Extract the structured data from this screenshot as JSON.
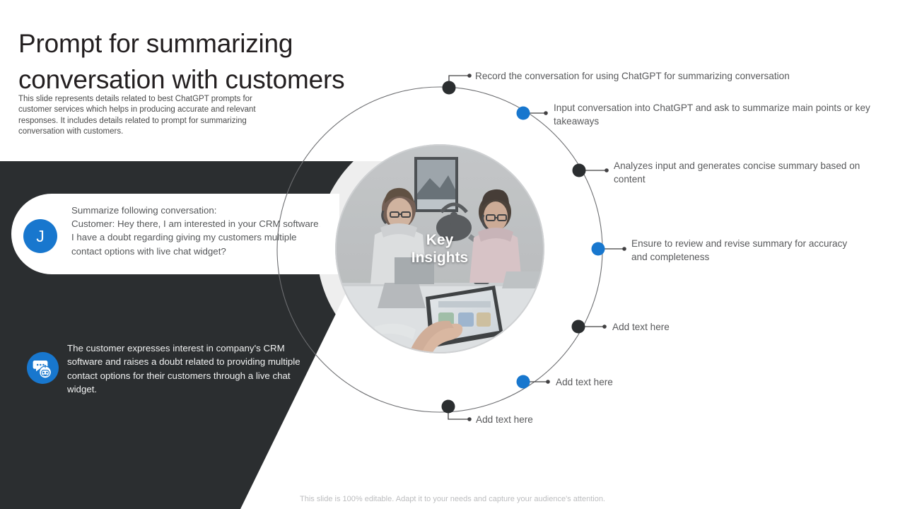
{
  "slide": {
    "title": "Prompt for summarizing conversation with customers",
    "subtitle": "This slide represents details related to best ChatGPT prompts for customer services which helps in producing accurate and relevant responses. It includes details related to prompt for summarizing conversation with customers.",
    "footer": "This slide is 100% editable. Adapt it to your needs and capture your audience's attention."
  },
  "colors": {
    "accent_blue": "#1877ce",
    "dark_panel": "#2b2e30",
    "marker_dark": "#2b2e30",
    "body_text": "#58595b"
  },
  "diagram": {
    "center_label": "Key\nInsights",
    "center_label_line1": "Key",
    "center_label_line2": "Insights",
    "steps": [
      {
        "label": "Record the conversation for using ChatGPT for summarizing conversation",
        "marker": "dark"
      },
      {
        "label": "Input conversation into ChatGPT and ask to summarize main points or key takeaways",
        "marker": "blue"
      },
      {
        "label": "Analyzes input and generates concise summary based on content",
        "marker": "dark"
      },
      {
        "label": "Ensure to review and revise summary for accuracy and completeness",
        "marker": "blue"
      },
      {
        "label": "Add text here",
        "marker": "dark"
      },
      {
        "label": "Add text here",
        "marker": "blue"
      },
      {
        "label": "Add text here",
        "marker": "dark"
      }
    ]
  },
  "chat": {
    "avatar_initial": "J",
    "message": "Summarize following conversation:\nCustomer: Hey there, I am interested in your CRM software. I have a doubt regarding giving my customers multiple contact options with live chat widget?"
  },
  "summary": {
    "icon": "chat-bot-icon",
    "text": "The customer expresses interest in company's CRM software and raises a doubt related to providing multiple contact options for their customers through a live chat widget."
  }
}
